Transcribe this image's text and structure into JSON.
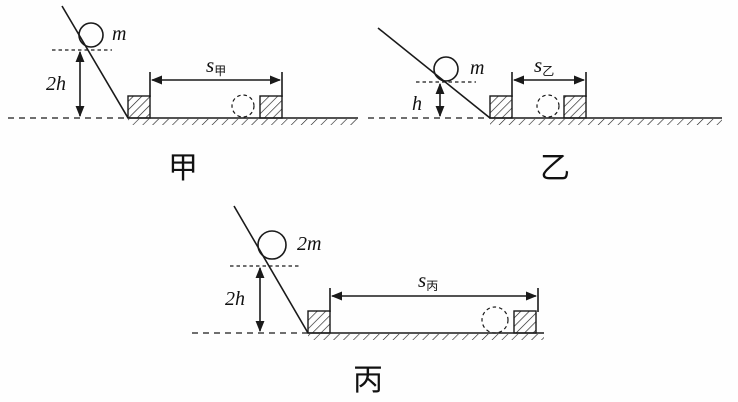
{
  "panels": [
    {
      "id": "jia",
      "mass_label": "m",
      "height_label": "2h",
      "distance_symbol": "s",
      "distance_subscript": "甲",
      "caption": "甲"
    },
    {
      "id": "yi",
      "mass_label": "m",
      "height_label": "h",
      "distance_symbol": "s",
      "distance_subscript": "乙",
      "caption": "乙"
    },
    {
      "id": "bing",
      "mass_label": "2m",
      "height_label": "2h",
      "distance_symbol": "s",
      "distance_subscript": "丙",
      "caption": "丙"
    }
  ]
}
